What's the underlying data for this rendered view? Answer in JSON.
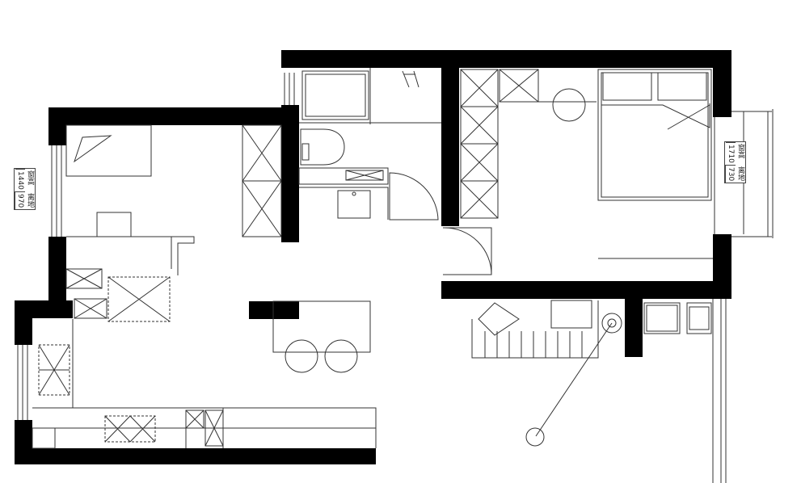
{
  "windows": [
    {
      "height_label": "窗高",
      "height_value": "1440",
      "sill_label": "离地",
      "sill_value": "970"
    },
    {
      "height_label": "窗高",
      "height_value": "1710",
      "sill_label": "离地",
      "sill_value": "730"
    }
  ],
  "colors": {
    "wall": "#000000",
    "line": "#333333",
    "background": "#ffffff"
  }
}
